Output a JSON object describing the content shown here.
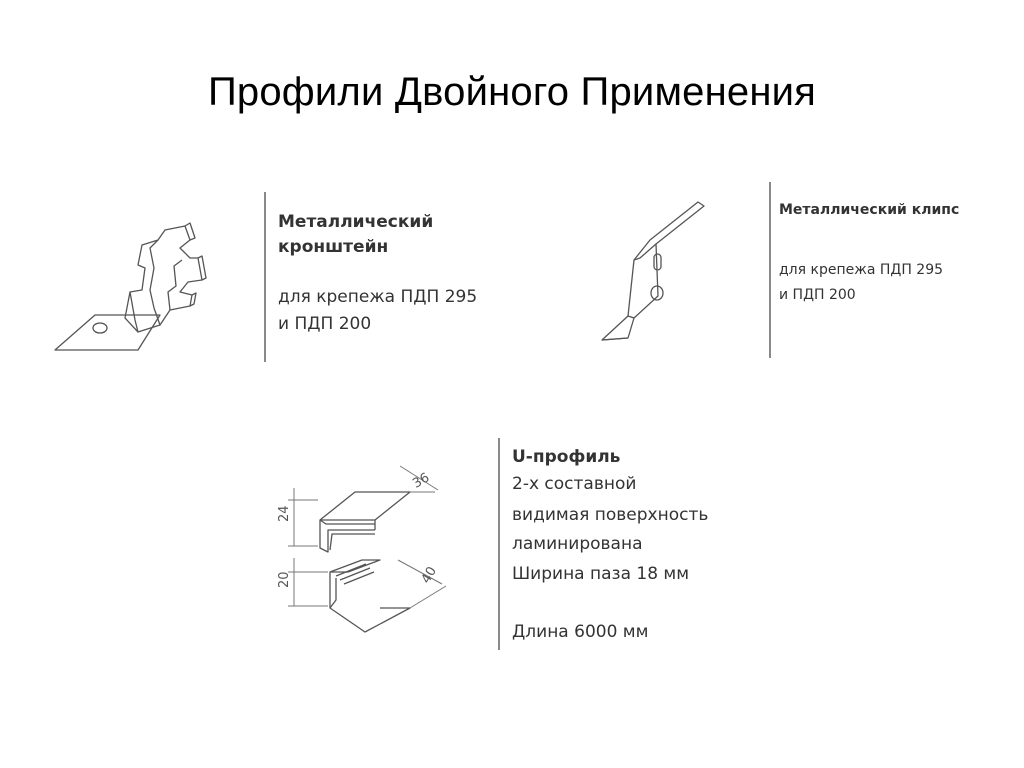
{
  "slide": {
    "title": "Профили Двойного Применения"
  },
  "items": [
    {
      "name_line1": "Металлический",
      "name_line2": "кронштейн",
      "desc_line1": "для крепежа ПДП 295",
      "desc_line2": "и ПДП 200"
    },
    {
      "name_line1": "Металлический клипс",
      "desc_line1": "для крепежа ПДП 295",
      "desc_line2": "и ПДП 200"
    },
    {
      "name_line1": "U-профиль",
      "lines": [
        "2-х составной",
        "видимая поверхность",
        "ламинирована",
        "Ширина паза 18 мм"
      ],
      "length": "Длина 6000 мм",
      "dims": {
        "top_height": "24",
        "top_width": "36",
        "bottom_height": "20",
        "bottom_width": "40"
      }
    }
  ]
}
